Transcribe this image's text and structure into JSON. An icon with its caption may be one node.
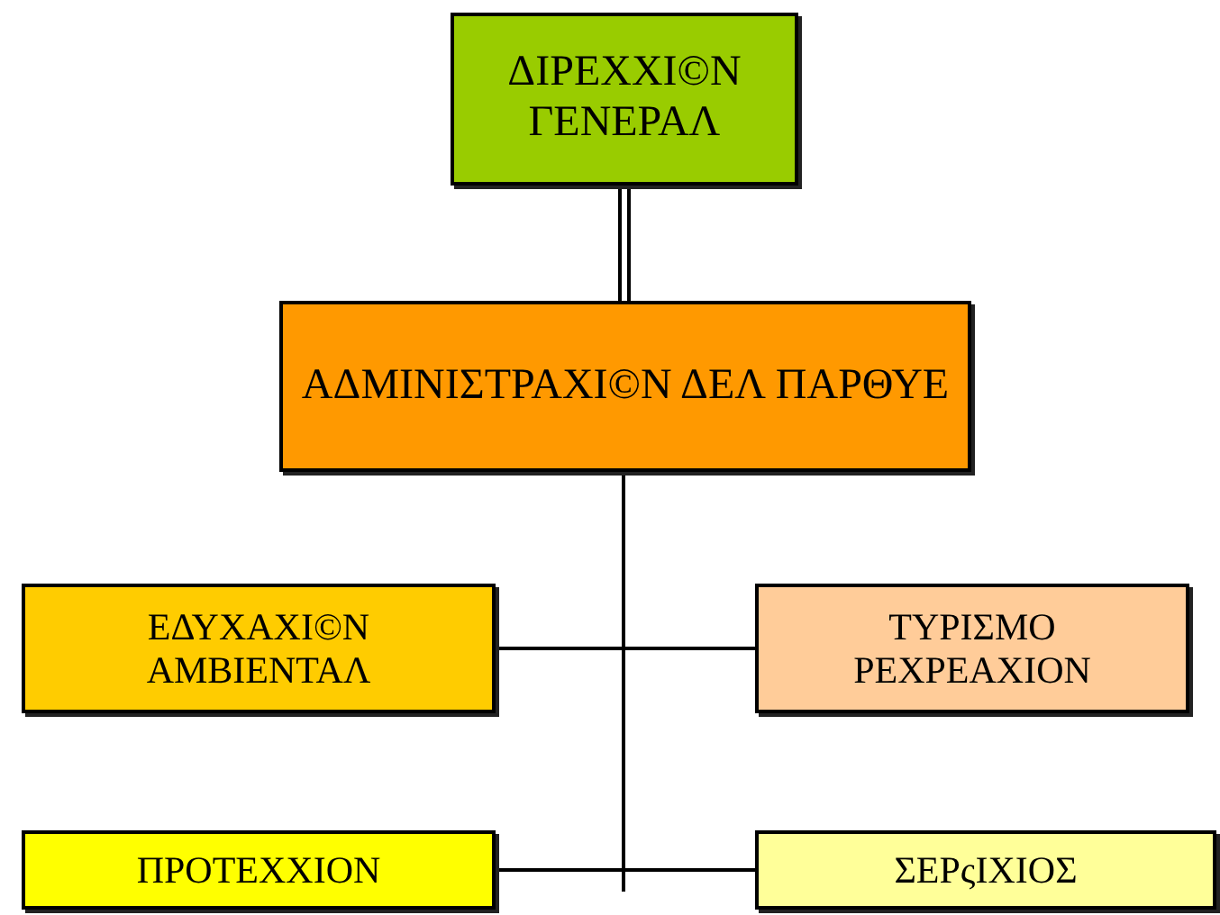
{
  "diagram": {
    "nodes": [
      {
        "text": [
          "ΔΙΡΕΧΧΙ©Ν ΓΕΝΕΡΑΛ"
        ]
      },
      {
        "text": [
          "ΑΔΜΙΝΙΣΤΡΑΧΙ©Ν ΔΕΛ ΠΑΡΘΥΕ"
        ]
      },
      {
        "text": [
          "ΕΔΥΧΑΧΙ©Ν ΑΜΒΙΕΝΤΑΛ"
        ]
      },
      {
        "text": [
          "ΤΥΡΙΣΜΟ ΡΕΧΡΕΑΧΙΟΝ"
        ]
      },
      {
        "text": [
          "ΠΡΟΤΕΧΧΙΟΝ"
        ]
      },
      {
        "text": [
          "ΣΕΡςΙΧΙΟΣ"
        ]
      }
    ],
    "edges": [
      {
        "from": 0,
        "to": 1,
        "arrow": "none"
      },
      {
        "from": 1,
        "to": 2,
        "arrow": "none"
      },
      {
        "from": 1,
        "to": 3,
        "arrow": "none"
      },
      {
        "from": 1,
        "to": 4,
        "arrow": "none"
      },
      {
        "from": 1,
        "to": 5,
        "arrow": "none"
      }
    ]
  }
}
